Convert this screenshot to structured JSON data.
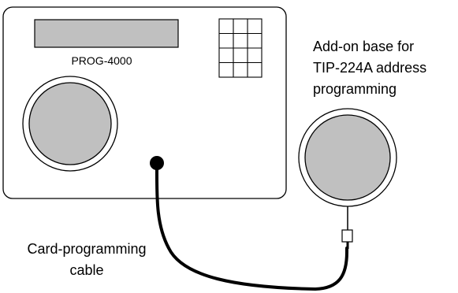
{
  "device_label": "PROG-4000",
  "addon_label": {
    "lines": [
      "Add-on base for",
      "TIP-224A address",
      "programming"
    ]
  },
  "cable_label": {
    "lines": [
      "Card-programming",
      "cable"
    ]
  },
  "colors": {
    "background": "#ffffff",
    "stroke": "#000000",
    "display_fill": "#c0c0c0",
    "pad_fill": "#c0c0c0",
    "connector_fill": "#000000"
  }
}
